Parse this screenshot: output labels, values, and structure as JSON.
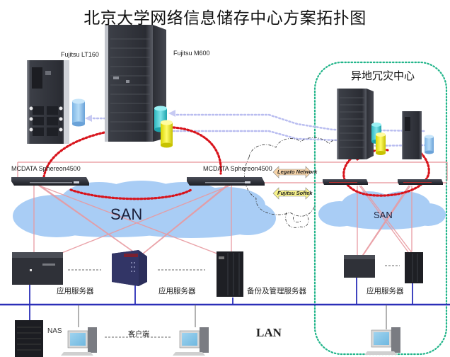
{
  "title": "北京大学网络信息储存中心方案拓扑图",
  "storage": {
    "lt160_label": "Fujitsu LT160",
    "m600_label": "Fujitsu M600"
  },
  "switches": {
    "left_label": "MCDATA Sphereon4500",
    "right_label": "MCDATA Sphereon4500"
  },
  "san": {
    "main_label": "SAN",
    "remote_label": "SAN"
  },
  "links": {
    "legato": "Legato Network",
    "softek": "Fujitsu Softek"
  },
  "disaster_recovery": {
    "title": "异地冗灾中心",
    "server_label": "应用服务器"
  },
  "servers": {
    "app1": "应用服务器",
    "app2": "应用服务器",
    "backup": "备份及管理服务器"
  },
  "lan": {
    "label": "LAN",
    "nas_label": "NAS",
    "client_label": "客户端"
  },
  "colors": {
    "lan_line": "#2b2fb8",
    "fc_link": "#e89aa0",
    "ring": "#d8141c",
    "replication": "#b9bdf0",
    "dr_border": "#22b58a",
    "cloud": "#a9cdf5"
  }
}
